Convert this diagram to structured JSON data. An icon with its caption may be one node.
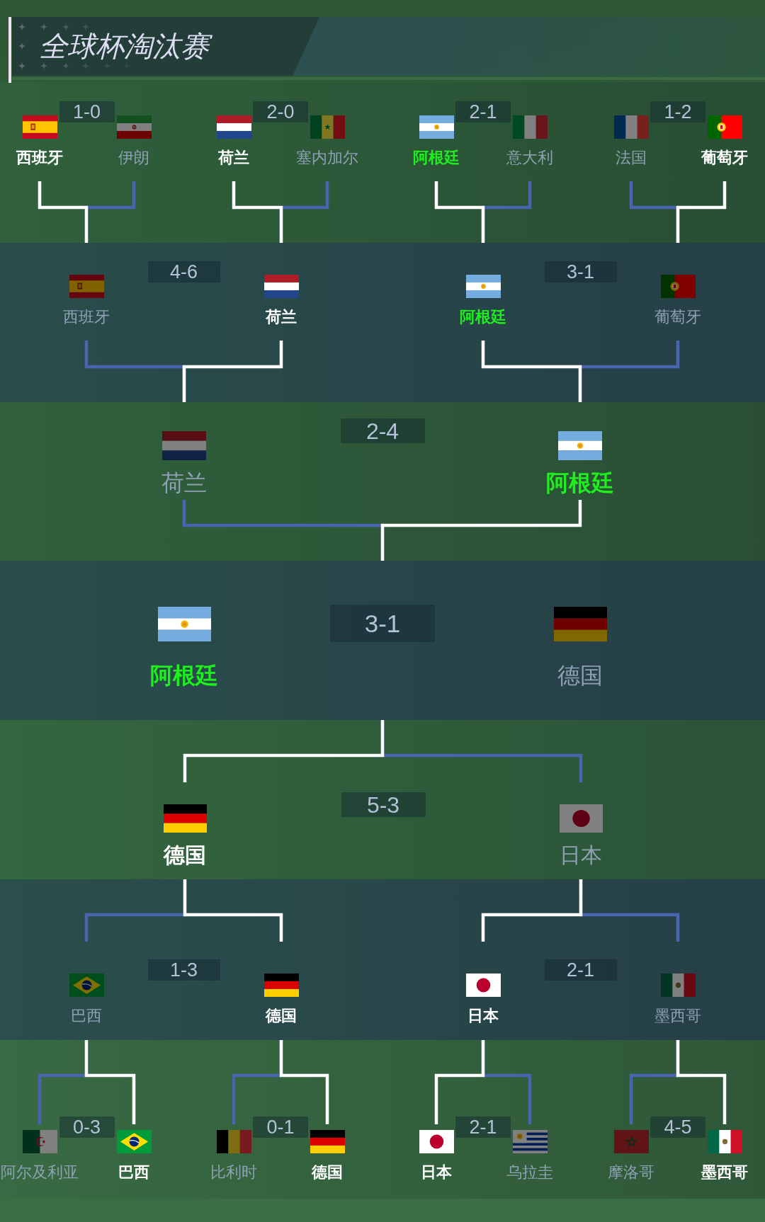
{
  "diagram": {
    "title": "全球杯淘汰赛",
    "nodes": [
      {
        "text": [],
        "shape": "box"
      },
      {
        "text": [
          "西班牙"
        ],
        "in": 0
      },
      {
        "text": [
          "1-0"
        ],
        "in": 0
      },
      {
        "text": [
          "伊朗"
        ],
        "in": 0
      },
      {
        "text": [
          "荷兰"
        ],
        "in": 0
      },
      {
        "text": [
          "2-0"
        ],
        "in": 0
      },
      {
        "text": [
          "塞内加尔"
        ],
        "in": 0
      },
      {
        "text": [
          "阿根廷"
        ],
        "in": 0
      },
      {
        "text": [
          "2-1"
        ],
        "in": 0
      },
      {
        "text": [
          "意大利"
        ],
        "in": 0
      },
      {
        "text": [
          "法国"
        ],
        "in": 0
      },
      {
        "text": [
          "1-2"
        ],
        "in": 0
      },
      {
        "text": [
          "葡萄牙"
        ],
        "in": 0
      },
      {
        "text": [],
        "shape": "box"
      },
      {
        "text": [
          "西班牙"
        ],
        "in": 13
      },
      {
        "text": [
          "4-6"
        ],
        "in": 13
      },
      {
        "text": [
          "荷兰"
        ],
        "in": 13
      },
      {
        "text": [
          "阿根廷"
        ],
        "in": 13
      },
      {
        "text": [
          "3-1"
        ],
        "in": 13
      },
      {
        "text": [
          "葡萄牙"
        ],
        "in": 13
      },
      {
        "text": [],
        "shape": "box"
      },
      {
        "text": [
          "荷兰"
        ],
        "in": 20
      },
      {
        "text": [
          "2-4"
        ],
        "in": 20
      },
      {
        "text": [
          "阿根廷"
        ],
        "in": 20
      },
      {
        "text": [],
        "shape": "box"
      },
      {
        "text": [
          "阿根廷"
        ],
        "in": 24
      },
      {
        "text": [
          "3-1"
        ],
        "in": 24
      },
      {
        "text": [
          "德国"
        ],
        "in": 24
      },
      {
        "text": [],
        "shape": "box"
      },
      {
        "text": [
          "德国"
        ],
        "in": 28
      },
      {
        "text": [
          "5-3"
        ],
        "in": 28
      },
      {
        "text": [
          "日本"
        ],
        "in": 28
      },
      {
        "text": [],
        "shape": "box"
      },
      {
        "text": [
          "巴西"
        ],
        "in": 32
      },
      {
        "text": [
          "1-3"
        ],
        "in": 32
      },
      {
        "text": [
          "德国"
        ],
        "in": 32
      },
      {
        "text": [
          "日本"
        ],
        "in": 32
      },
      {
        "text": [
          "2-1"
        ],
        "in": 32
      },
      {
        "text": [
          "墨西哥"
        ],
        "in": 32
      },
      {
        "text": [],
        "shape": "box"
      },
      {
        "text": [
          "阿尔及利亚"
        ],
        "in": 39
      },
      {
        "text": [
          "0-3"
        ],
        "in": 39
      },
      {
        "text": [
          "巴西"
        ],
        "in": 39
      },
      {
        "text": [
          "比利时"
        ],
        "in": 39
      },
      {
        "text": [
          "0-1"
        ],
        "in": 39
      },
      {
        "text": [
          "德国"
        ],
        "in": 39
      },
      {
        "text": [
          "日本"
        ],
        "in": 39
      },
      {
        "text": [
          "2-1"
        ],
        "in": 39
      },
      {
        "text": [
          "乌拉圭"
        ],
        "in": 39
      },
      {
        "text": [
          "摩洛哥"
        ],
        "in": 39
      },
      {
        "text": [
          "4-5"
        ],
        "in": 39
      },
      {
        "text": [
          "墨西哥"
        ],
        "in": 39
      }
    ],
    "edges": [
      {
        "from": 3,
        "to": 14,
        "arrow": "none",
        "color": "#4a65b0"
      },
      {
        "from": 1,
        "to": 14,
        "arrow": "none",
        "color": "#ffffff"
      },
      {
        "from": 6,
        "to": 16,
        "arrow": "none",
        "color": "#4a65b0"
      },
      {
        "from": 4,
        "to": 16,
        "arrow": "none",
        "color": "#ffffff"
      },
      {
        "from": 9,
        "to": 17,
        "arrow": "none",
        "color": "#4a65b0"
      },
      {
        "from": 7,
        "to": 17,
        "arrow": "none",
        "color": "#ffffff"
      },
      {
        "from": 10,
        "to": 19,
        "arrow": "none",
        "color": "#4a65b0"
      },
      {
        "from": 12,
        "to": 19,
        "arrow": "none",
        "color": "#ffffff"
      },
      {
        "from": 14,
        "to": 21,
        "arrow": "none",
        "color": "#4a65b0"
      },
      {
        "from": 16,
        "to": 21,
        "arrow": "none",
        "color": "#ffffff"
      },
      {
        "from": 19,
        "to": 23,
        "arrow": "none",
        "color": "#4a65b0"
      },
      {
        "from": 17,
        "to": 23,
        "arrow": "none",
        "color": "#ffffff"
      },
      {
        "from": 21,
        "to": 24,
        "arrow": "none",
        "color": "#4a65b0"
      },
      {
        "from": 23,
        "to": 24,
        "arrow": "none",
        "color": "#ffffff"
      },
      {
        "from": 31,
        "to": 24,
        "arrow": "none",
        "color": "#4a65b0"
      },
      {
        "from": 29,
        "to": 24,
        "arrow": "none",
        "color": "#ffffff"
      },
      {
        "from": 33,
        "to": 29,
        "arrow": "none",
        "color": "#4a65b0"
      },
      {
        "from": 35,
        "to": 29,
        "arrow": "none",
        "color": "#ffffff"
      },
      {
        "from": 38,
        "to": 31,
        "arrow": "none",
        "color": "#4a65b0"
      },
      {
        "from": 36,
        "to": 31,
        "arrow": "none",
        "color": "#ffffff"
      },
      {
        "from": 40,
        "to": 33,
        "arrow": "none",
        "color": "#4a65b0"
      },
      {
        "from": 42,
        "to": 33,
        "arrow": "none",
        "color": "#ffffff"
      },
      {
        "from": 43,
        "to": 35,
        "arrow": "none",
        "color": "#4a65b0"
      },
      {
        "from": 45,
        "to": 35,
        "arrow": "none",
        "color": "#ffffff"
      },
      {
        "from": 48,
        "to": 36,
        "arrow": "none",
        "color": "#4a65b0"
      },
      {
        "from": 46,
        "to": 36,
        "arrow": "none",
        "color": "#ffffff"
      },
      {
        "from": 49,
        "to": 38,
        "arrow": "none",
        "color": "#4a65b0"
      },
      {
        "from": 51,
        "to": 38,
        "arrow": "none",
        "color": "#ffffff"
      }
    ]
  }
}
